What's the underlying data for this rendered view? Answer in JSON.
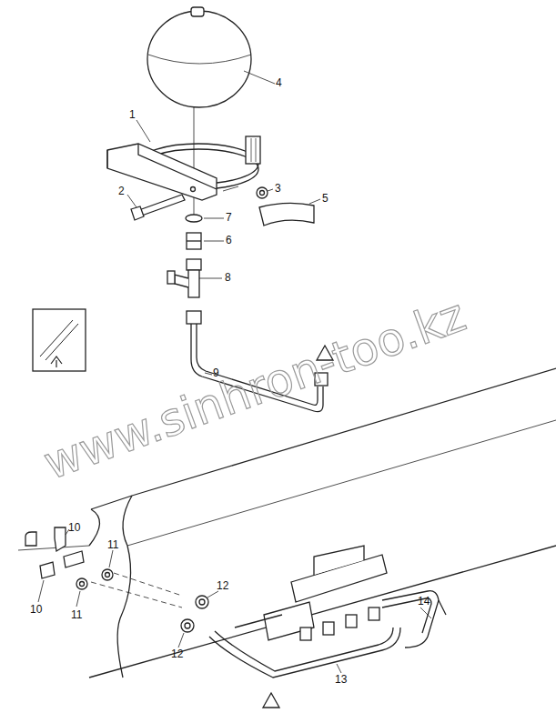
{
  "diagram": {
    "labels": [
      "4",
      "1",
      "2",
      "3",
      "5",
      "7",
      "6",
      "8",
      "9",
      "10",
      "10",
      "11",
      "11",
      "12",
      "12",
      "13",
      "14",
      "www.sinhron-too.kz"
    ]
  }
}
